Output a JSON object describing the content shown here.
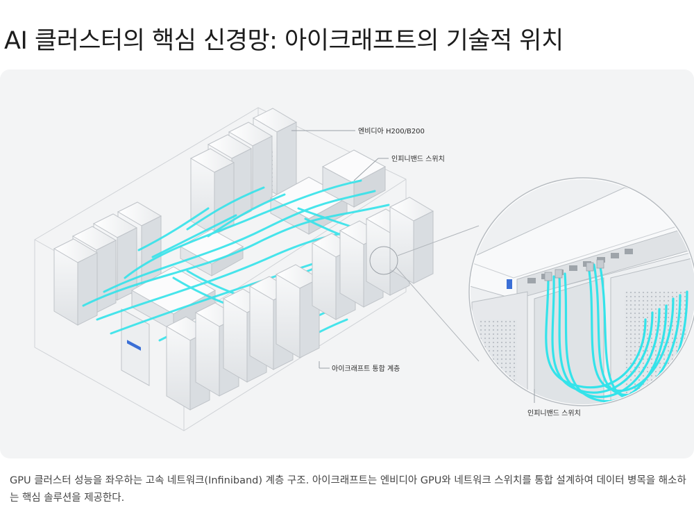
{
  "title": "AI 클러스터의 핵심 신경망: 아이크래프트의 기술적 위치",
  "figure": {
    "callouts": {
      "gpu": "엔비디아 H200/B200",
      "switch_top": "인피니밴드 스위치",
      "integration": "아이크래프트 통합 계층",
      "switch_zoom": "인피니밴드 스위치"
    },
    "colors": {
      "cable": "#34e3ea",
      "server": "#eef0f2",
      "frame": "#c9ccd0",
      "background": "#f3f4f5"
    }
  },
  "caption": "GPU 클러스터 성능을 좌우하는 고속 네트워크(Infiniband) 계층 구조. 아이크래프트는 엔비디아 GPU와 네트워크 스위치를 통합 설계하여 데이터 병목을 해소하는 핵심 솔루션을 제공한다."
}
